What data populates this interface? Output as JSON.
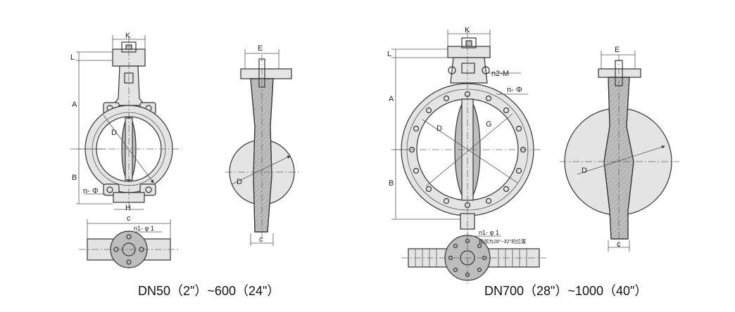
{
  "captions": {
    "left": "DN50（2\"）~600（24\"）",
    "right": "DN700（28\"）~1000（40\"）"
  },
  "left_labels": {
    "K": "K",
    "L": "L",
    "A": "A",
    "B": "B",
    "D": "D",
    "n_phi": "n- Φ",
    "H": "H",
    "E": "E",
    "D_side": "D",
    "c_side": "c",
    "c_top": "c",
    "n1_phi1": "n1- φ 1"
  },
  "right_labels": {
    "K": "K",
    "L": "L",
    "A": "A",
    "B": "B",
    "D": "D",
    "G": "G",
    "n2_M": "n2-M",
    "n_phi": "n- Φ",
    "E": "E",
    "D_side": "D",
    "c_side": "c",
    "n1_phi1": "n1- φ 1",
    "note": "相邻为28°~32°的位置"
  }
}
